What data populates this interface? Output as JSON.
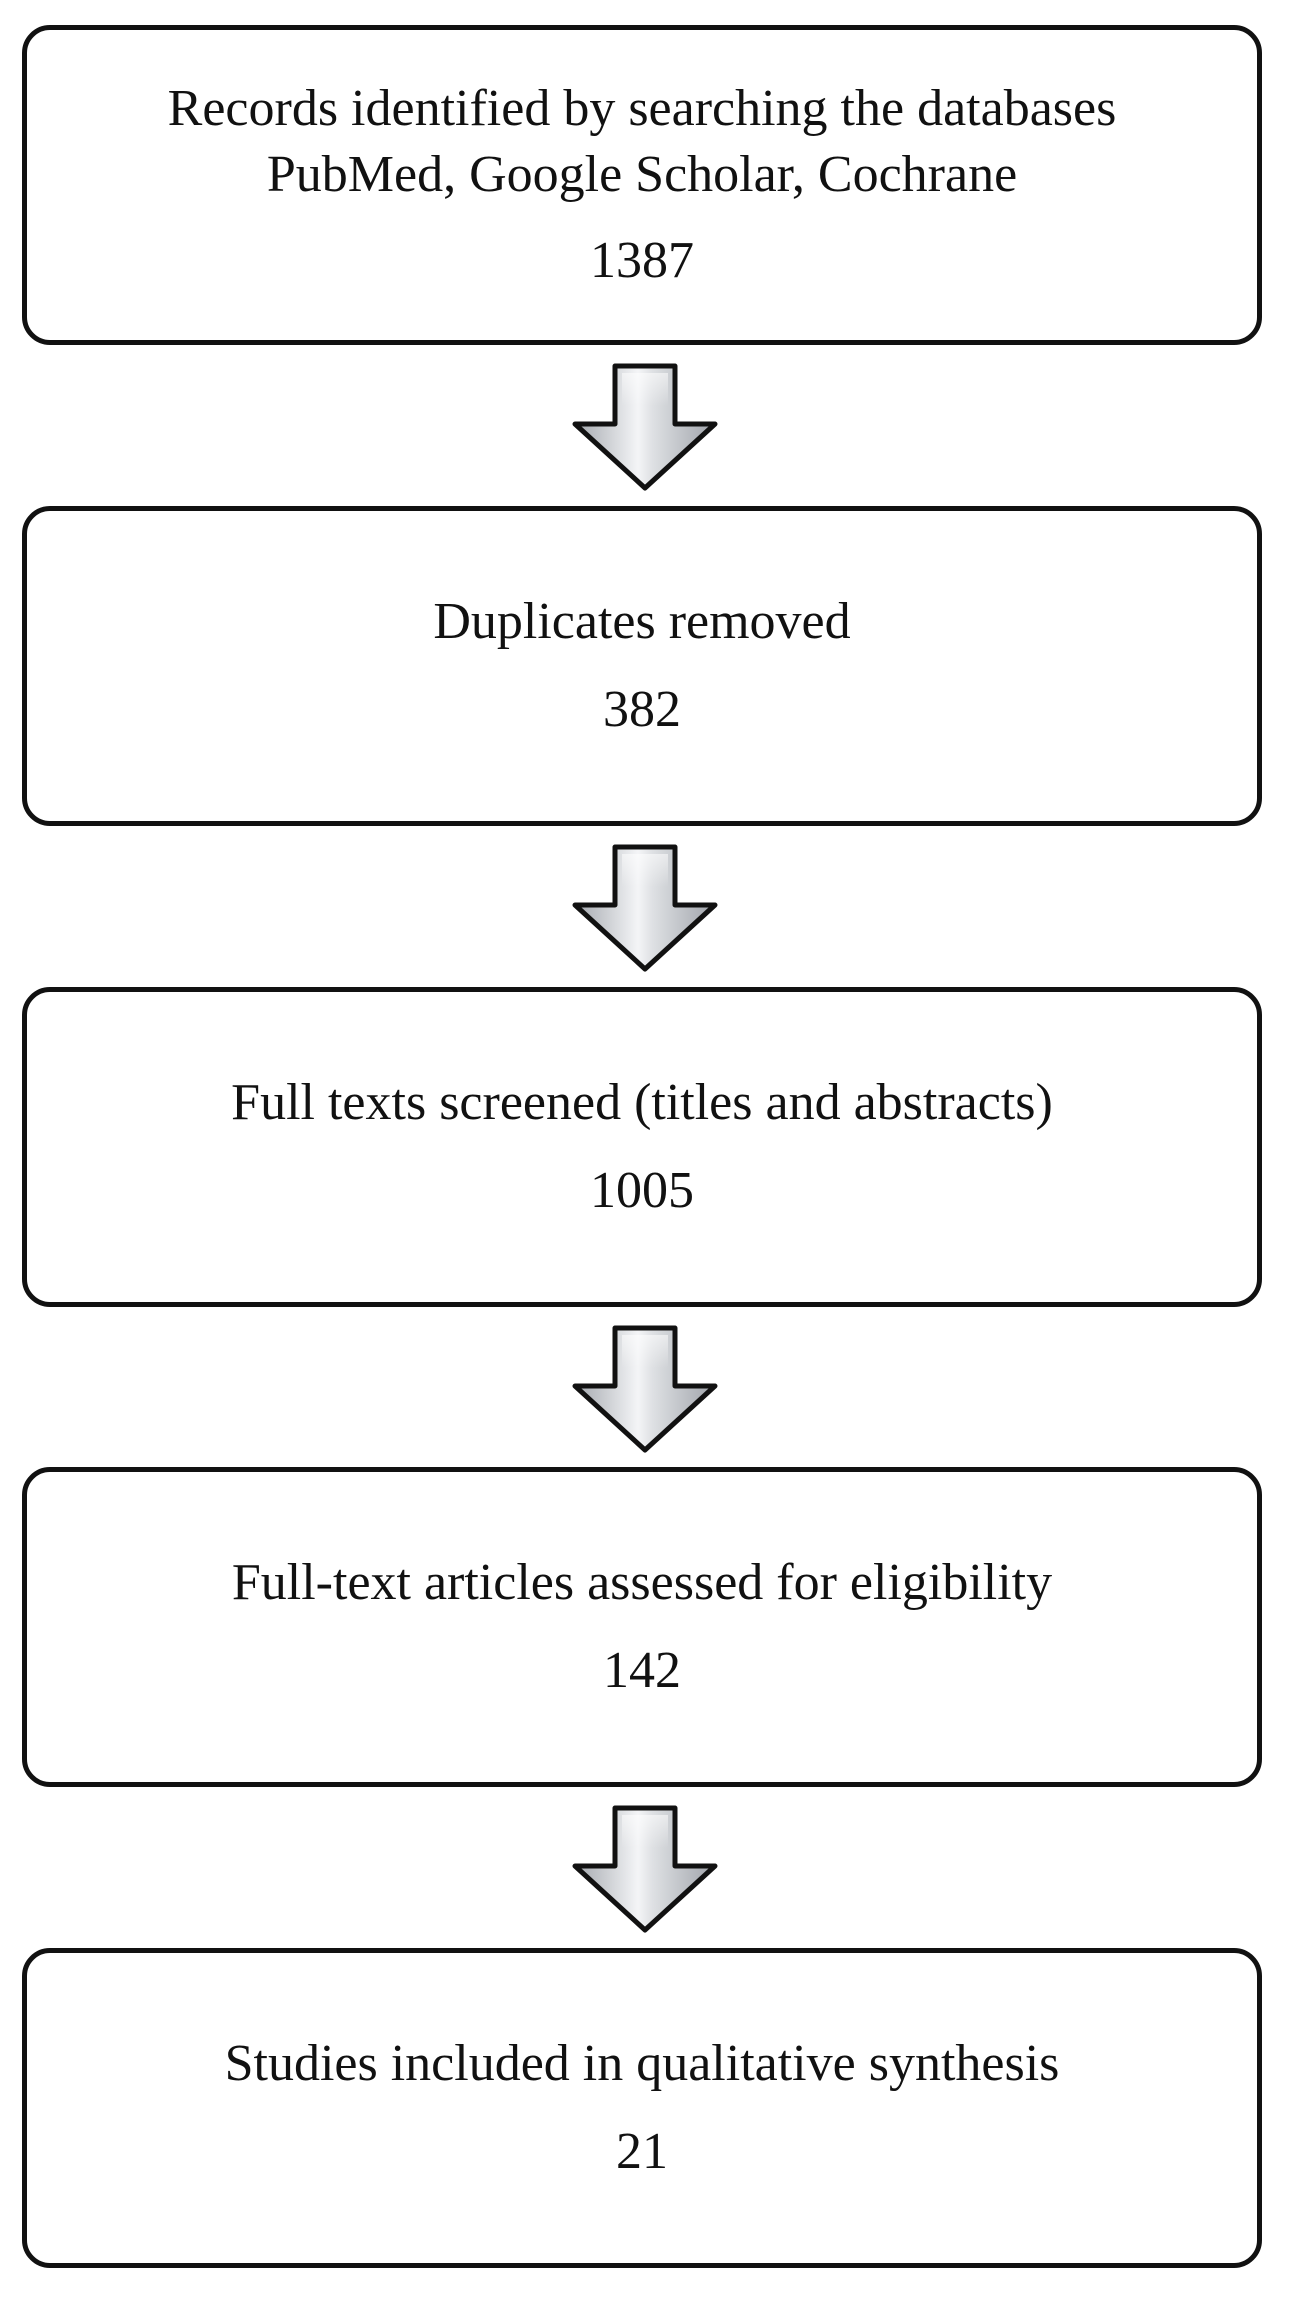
{
  "flow": {
    "steps": [
      {
        "label": "Records identified by searching the databases\nPubMed, Google Scholar, Cochrane",
        "count": "1387"
      },
      {
        "label": "Duplicates removed",
        "count": "382"
      },
      {
        "label": "Full texts screened (titles and abstracts)",
        "count": "1005"
      },
      {
        "label": "Full-text articles assessed for eligibility",
        "count": "142"
      },
      {
        "label": "Studies included in qualitative synthesis",
        "count": "21"
      }
    ],
    "arrow_icon": "down-arrow-icon",
    "colors": {
      "border": "#111111",
      "arrow_light": "#f4f5f7",
      "arrow_dark": "#9fa3aa"
    }
  }
}
